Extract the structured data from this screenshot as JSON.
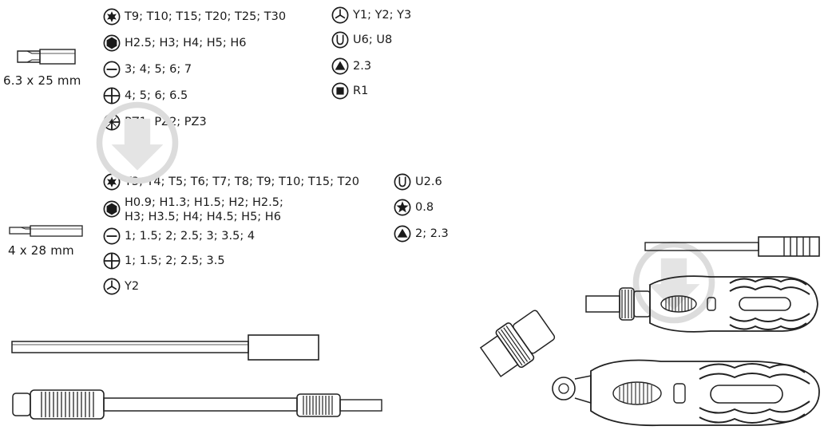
{
  "bit_sets": [
    {
      "size_label": "6.3 x 25 mm",
      "left_column": [
        {
          "icon": "torx-icon",
          "text": "T9; T10; T15; T20; T25; T30"
        },
        {
          "icon": "hex-icon",
          "text": "H2.5; H3; H4; H5; H6"
        },
        {
          "icon": "slotted-icon",
          "text": "3; 4; 5; 6; 7"
        },
        {
          "icon": "phillips-icon",
          "text": "4; 5; 6; 6.5"
        },
        {
          "icon": "pozidriv-icon",
          "text": "PZ1; PZ2; PZ3"
        }
      ],
      "right_column": [
        {
          "icon": "tri-wing-icon",
          "text": "Y1; Y2; Y3"
        },
        {
          "icon": "u-shape-icon",
          "text": "U6; U8"
        },
        {
          "icon": "triangle-icon",
          "text": "2.3"
        },
        {
          "icon": "square-icon",
          "text": "R1"
        }
      ]
    },
    {
      "size_label": "4 x 28 mm",
      "left_column": [
        {
          "icon": "torx-icon",
          "text": "T3; T4; T5; T6; T7; T8; T9; T10; T15; T20"
        },
        {
          "icon": "hex-icon",
          "text": "H0.9; H1.3; H1.5; H2; H2.5;",
          "text2": "H3; H3.5;  H4; H4.5; H5; H6"
        },
        {
          "icon": "slotted-icon",
          "text": "1; 1.5; 2; 2.5; 3; 3.5; 4"
        },
        {
          "icon": "phillips-icon",
          "text": "1; 1.5; 2; 2.5; 3.5"
        },
        {
          "icon": "tri-wing-icon",
          "text": "Y2"
        }
      ],
      "right_column": [
        {
          "icon": "u-shape-icon",
          "text": "U2.6"
        },
        {
          "icon": "star-icon",
          "text": "0.8"
        },
        {
          "icon": "triangle-icon",
          "text": "2; 2.3"
        }
      ]
    }
  ]
}
